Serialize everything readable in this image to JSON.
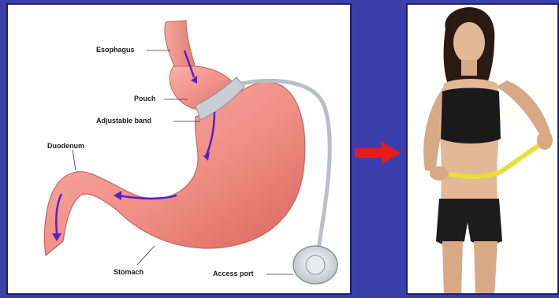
{
  "diagram": {
    "labels": {
      "esophagus": "Esophagus",
      "pouch": "Pouch",
      "band": "Adjustable band",
      "duodenum": "Duodenum",
      "stomach": "Stomach",
      "port": "Access port"
    }
  },
  "colors": {
    "background": "#3b3fae",
    "stomach": "#f08f86",
    "stomach_dark": "#d9655d",
    "flow_arrow": "#5a1fc7",
    "transition_arrow": "#e81b1b",
    "band": "#c9ced6"
  },
  "icons": {
    "transition": "right-arrow-icon"
  }
}
